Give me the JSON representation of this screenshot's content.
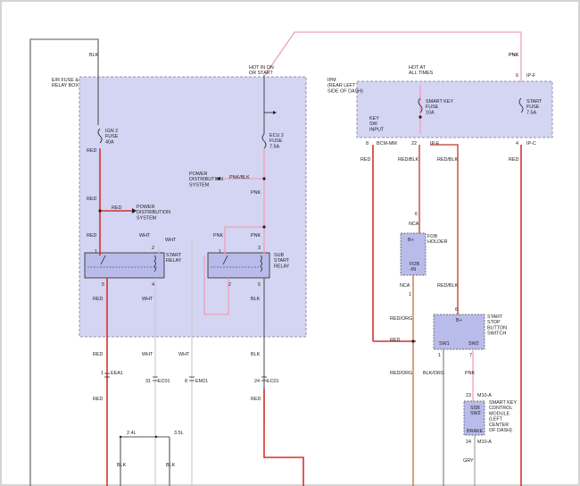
{
  "labels": {
    "blk_top": "BLK",
    "hot_run_start": "HOT IN ON\nOR START",
    "pnk_top": "PNK",
    "er_box": "E/R FUSE &\nRELAY BOX",
    "ign2_fuse": "IGN 2\nFUSE\n40A",
    "ecu2_fuse": "ECU 2\nFUSE\n7.5A",
    "red_a": "RED",
    "pnk_blk_a": "PNK/BLK",
    "power_dist_1": "POWER\nDISTRIBUTION\nSYSTEM",
    "pnk_a": "PNK",
    "red_b": "RED",
    "red_c": "RED",
    "power_dist_2": "POWER\nDISTRIBUTION\nSYSTEM",
    "wht_a": "WHT",
    "wht_b": "WHT",
    "red_d": "RED",
    "pnk_b": "PNK",
    "pnk_c": "PNK",
    "start_relay": "START\nRELAY",
    "sub_start_relay": "SUB\nSTART\nRELAY",
    "red_e": "RED",
    "wht_c": "WHT",
    "wht_d": "WHT",
    "blk_a": "BLK",
    "red_f": "RED",
    "wht_e": "WHT",
    "blk_b": "BLK",
    "pin1": "1",
    "pin2": "2",
    "pin3": "3",
    "pin4": "4",
    "pin5a": "5",
    "pin5b": "5",
    "pin2b": "2",
    "pin1b": "1",
    "eea1_num": "1",
    "eea1": "EEA1",
    "ec01_num": "31",
    "ec01": "EC01",
    "em21_num": "8",
    "em21": "EM21",
    "ec01b_num": "24",
    "ec01b": "EC01",
    "red_g": "RED",
    "red_h": "RED",
    "l24": "2.4L",
    "l35": "3.5L",
    "blk_c": "BLK",
    "blk_d": "BLK",
    "ipm": "IPM\n(REAR LEFT\nSIDE OF DASH)",
    "hot_all_times": "HOT AT\nALL TIMES",
    "pnk_right": "PNK",
    "ip_f_num": "6",
    "ip_f": "IP-F",
    "smart_key_fuse": "SMART KEY\nFUSE\n10A",
    "start_fuse": "START\nFUSE\n7.5A",
    "key_sw_input": "KEY\nSW\nINPUT",
    "pin8": "8",
    "bcm_mm": "BCM-MM",
    "pin22": "22",
    "ip_e": "IP-E",
    "pin4b": "4",
    "ip_c": "IP-C",
    "red_i": "RED",
    "red_blk_a": "RED/BLK",
    "red_blk_b": "RED/BLK",
    "red_j": "RED",
    "pin6": "6",
    "nca_a": "NCA",
    "bplus_a": "B+",
    "fob_holder": "FOB\nHOLDER",
    "fob_in": "FOB\n-IN",
    "nca_b": "NCA",
    "pin1c": "1",
    "red_blk_c": "RED/BLK",
    "red_org_a": "RED/ORG",
    "pin6b": "6",
    "bplus_b": "B+",
    "start_stop": "START\nSTOP\nBUTTON\nSWITCH",
    "red_k": "RED",
    "sw1": "SW1",
    "sw2": "SW2",
    "pin1d": "1",
    "pin7": "7",
    "red_org_b": "RED/ORG",
    "blk_org": "BLK/ORG",
    "pnk_d": "PNK",
    "pin23": "23",
    "m10a": "M10-A",
    "smart_key_module": "SMART KEY\nCONTROL\nMODULE\n(LEFT\nCENTER\nOF DASH)",
    "ssb_sw2": "SSB\nSW2",
    "brake": "BRAKE",
    "pin24": "24",
    "m10a_b": "M10-A",
    "gry": "GRY"
  }
}
